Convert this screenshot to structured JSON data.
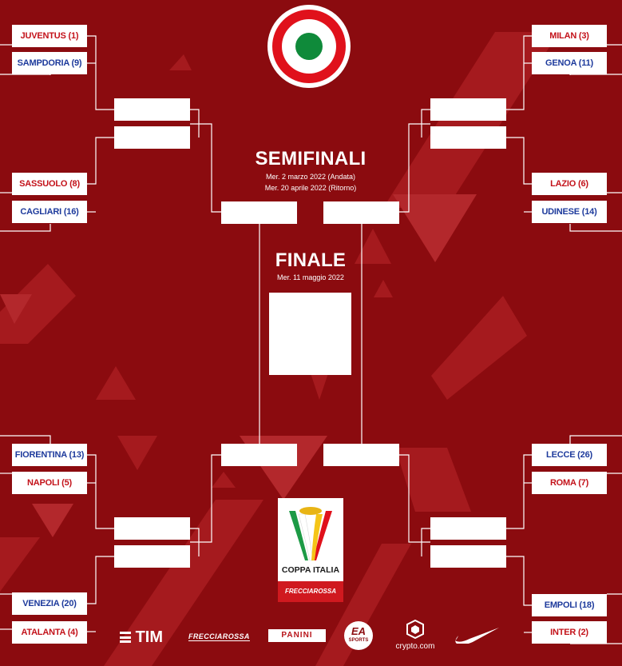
{
  "colors": {
    "background": "#8b0b0f",
    "team_red": "#c3121a",
    "team_blue": "#1d3a9c",
    "green": "#0f8a3a"
  },
  "semifinal": {
    "title": "SEMIFINALI",
    "date1": "Mer. 2 marzo 2022 (Andata)",
    "date2": "Mer. 20 aprile 2022 (Ritorno)"
  },
  "final": {
    "title": "FINALE",
    "date": "Mer. 11 maggio 2022"
  },
  "teams": {
    "juventus": "JUVENTUS (1)",
    "sampdoria": "SAMPDORIA (9)",
    "sassuolo": "SASSUOLO (8)",
    "cagliari": "CAGLIARI (16)",
    "milan": "MILAN (3)",
    "genoa": "GENOA (11)",
    "lazio": "LAZIO (6)",
    "udinese": "UDINESE (14)",
    "fiorentina": "FIORENTINA (13)",
    "napoli": "NAPOLI (5)",
    "venezia": "VENEZIA (20)",
    "atalanta": "ATALANTA (4)",
    "lecce": "LECCE (26)",
    "roma": "ROMA (7)",
    "empoli": "EMPOLI (18)",
    "inter": "INTER (2)"
  },
  "trophy": {
    "title": "COPPA ITALIA",
    "sponsor": "FRECCIAROSSA"
  },
  "sponsors": {
    "tim": "TIM",
    "frecciarossa": "FRECCIAROSSA",
    "panini": "PANINI",
    "ea_top": "EA",
    "ea_bottom": "SPORTS",
    "crypto": "crypto.com"
  }
}
